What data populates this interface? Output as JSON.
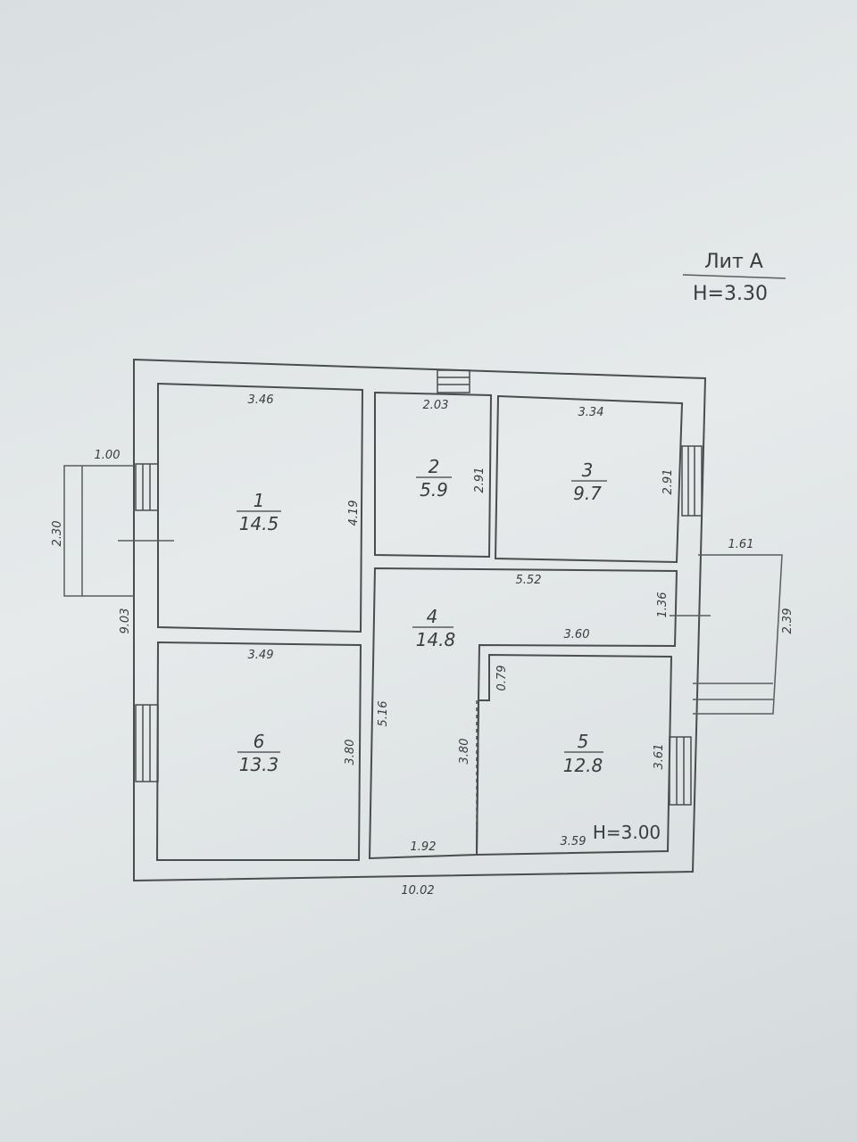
{
  "title": {
    "line1": "Лит А",
    "line2": "Н=3.30"
  },
  "rooms": [
    {
      "num": "1",
      "area": "14.5"
    },
    {
      "num": "2",
      "area": "5.9"
    },
    {
      "num": "3",
      "area": "9.7"
    },
    {
      "num": "4",
      "area": "14.8"
    },
    {
      "num": "5",
      "area": "12.8"
    },
    {
      "num": "6",
      "area": "13.3"
    }
  ],
  "dims": {
    "r1_top": "3.46",
    "r1_right": "4.19",
    "r2_top": "2.03",
    "r2_right": "2.91",
    "r3_top": "3.34",
    "r3_right": "2.91",
    "r4_top": "5.52",
    "r4_mid": "3.60",
    "r4_right": "1.36",
    "r4_left": "5.16",
    "r4_bottom": "1.92",
    "r5_notch": "0.79",
    "r5_left": "3.80",
    "r5_right": "3.61",
    "r5_bottom": "3.59",
    "r6_top": "3.49",
    "r6_right": "3.80",
    "overall_left": "9.03",
    "overall_bottom": "10.02",
    "porch_left_w": "1.00",
    "porch_left_h": "2.30",
    "porch_right_w": "1.61",
    "porch_right_h": "2.39"
  },
  "height_note": "Н=3.00"
}
